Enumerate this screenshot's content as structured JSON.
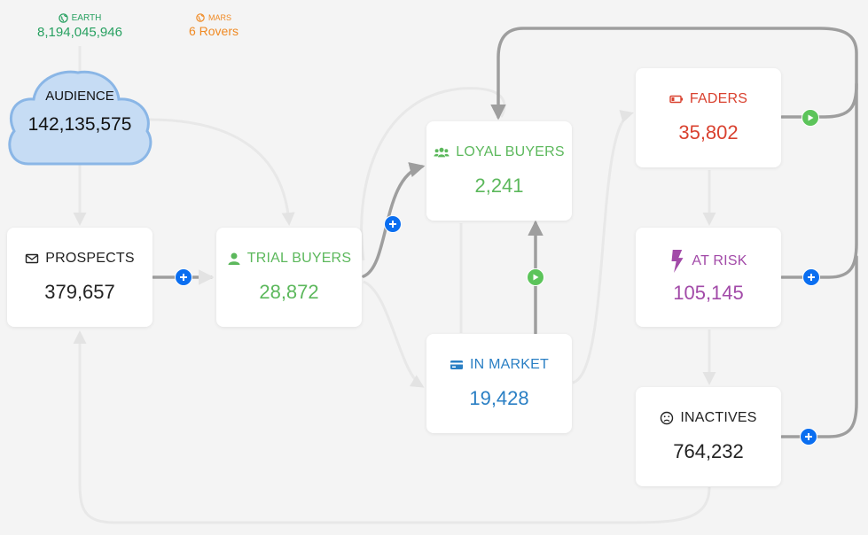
{
  "earth": {
    "label": "EARTH",
    "value": "8,194,045,946",
    "color": "#27a060",
    "icon": "globe-icon"
  },
  "mars": {
    "label": "MARS",
    "value": "6 Rovers",
    "color": "#f08a24",
    "icon": "globe-icon"
  },
  "audience": {
    "label": "AUDIENCE",
    "value": "142,135,575",
    "fill": "#c6dcf4",
    "stroke": "#8ab6e6"
  },
  "nodes": {
    "prospects": {
      "label": "PROSPECTS",
      "value": "379,657",
      "color": "#222222",
      "icon": "envelope-icon"
    },
    "trial_buyers": {
      "label": "TRIAL BUYERS",
      "value": "28,872",
      "color": "#5cb85c",
      "icon": "user-icon"
    },
    "loyal_buyers": {
      "label": "LOYAL BUYERS",
      "value": "2,241",
      "color": "#5cb85c",
      "icon": "users-icon"
    },
    "in_market": {
      "label": "IN MARKET",
      "value": "19,428",
      "color": "#2a7fc4",
      "icon": "credit-card-icon"
    },
    "faders": {
      "label": "FADERS",
      "value": "35,802",
      "color": "#d9412f",
      "icon": "battery-low-icon"
    },
    "at_risk": {
      "label": "AT RISK",
      "value": "105,145",
      "color": "#a24aa8",
      "icon": "bolt-icon"
    },
    "inactives": {
      "label": "INACTIVES",
      "value": "764,232",
      "color": "#222222",
      "icon": "frown-icon"
    }
  },
  "colors": {
    "arrow": "#9e9e9e",
    "faint_arrow": "#e6e6e6",
    "plus_button": "#0a6ef0",
    "play_button": "#5cc45a"
  }
}
